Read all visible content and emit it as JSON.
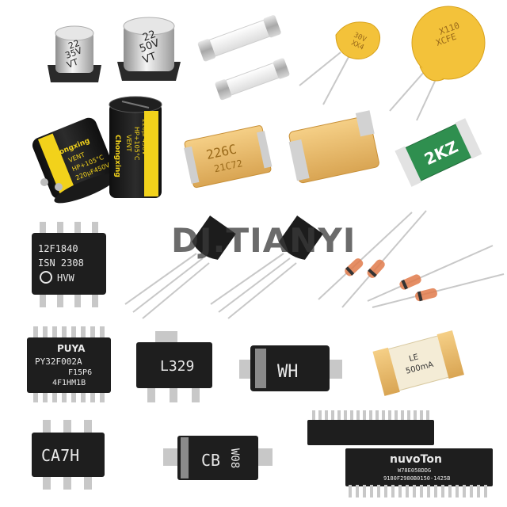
{
  "watermark": {
    "text": "DJ.TIANYI",
    "color": "#3a3a3a"
  },
  "capacitors": {
    "smd_small": {
      "line1": "22",
      "line2": "35V",
      "line3": "VT"
    },
    "smd_large": {
      "line1": "22",
      "line2": "50V",
      "line3": "VT"
    },
    "radial_a": {
      "brand": "Chongxing",
      "line1": "VENT",
      "line2": "HP+105°C",
      "line3": "220μF450V"
    },
    "radial_b": {
      "brand": "Chongxing",
      "line1": "VENT",
      "line2": "HP+105°C",
      "line3": "220μF450V"
    }
  },
  "ptc": {
    "small": {
      "line1": "30V",
      "line2": "XX4"
    },
    "large": {
      "line1": "X110",
      "line2": "XCFE"
    }
  },
  "tantalum": {
    "a": {
      "line1": "226C",
      "line2": "21C72"
    }
  },
  "smd_fuse": {
    "text": "2KZ"
  },
  "ic_soic8": {
    "line1": "12F1840",
    "line2": "ISN 2308",
    "line3": "HVW"
  },
  "ic_tssop": {
    "line1": "PUYA",
    "line2": "PY32F002A",
    "line3": "F15P6",
    "line4": "4F1HM1B"
  },
  "sot223": {
    "text": "L329"
  },
  "sod_diode": {
    "text": "WH"
  },
  "ceramic_fuse": {
    "line1": "LE",
    "line2": "500mA"
  },
  "sot23_6": {
    "text": "CA7H"
  },
  "smb_diode": {
    "text": "CB",
    "text2": "W08"
  },
  "dip_ic": {
    "brand": "nuvoTon",
    "line1": "W78E058DDG",
    "line2": "9180F2980B0150-1425B"
  },
  "colors": {
    "chip_black": "#1e1e1e",
    "tantalum_gold": "#e8b86a",
    "ptc_yellow": "#f3c23a",
    "pin_silver": "#c8c8c8",
    "fuse_green": "#2f8f4f"
  }
}
